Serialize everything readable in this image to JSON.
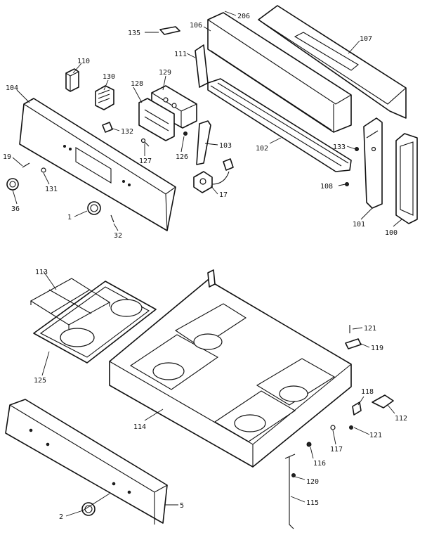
{
  "labels": {
    "l206": "206",
    "l106": "106",
    "l107": "107",
    "l135": "135",
    "l111": "111",
    "l110": "110",
    "l130": "130",
    "l129": "129",
    "l128": "128",
    "l104": "104",
    "l132": "132",
    "l127": "127",
    "l126": "126",
    "l103": "103",
    "l102": "102",
    "l133": "133",
    "l19": "19",
    "l131": "131",
    "l36": "36",
    "l17": "17",
    "l108": "108",
    "l1": "1",
    "l32": "32",
    "l101": "101",
    "l100": "100",
    "l113": "113",
    "l121a": "121",
    "l119": "119",
    "l125": "125",
    "l118": "118",
    "l112": "112",
    "l114": "114",
    "l121b": "121",
    "l117": "117",
    "l116": "116",
    "l120": "120",
    "l115": "115",
    "l2": "2",
    "l5": "5"
  }
}
